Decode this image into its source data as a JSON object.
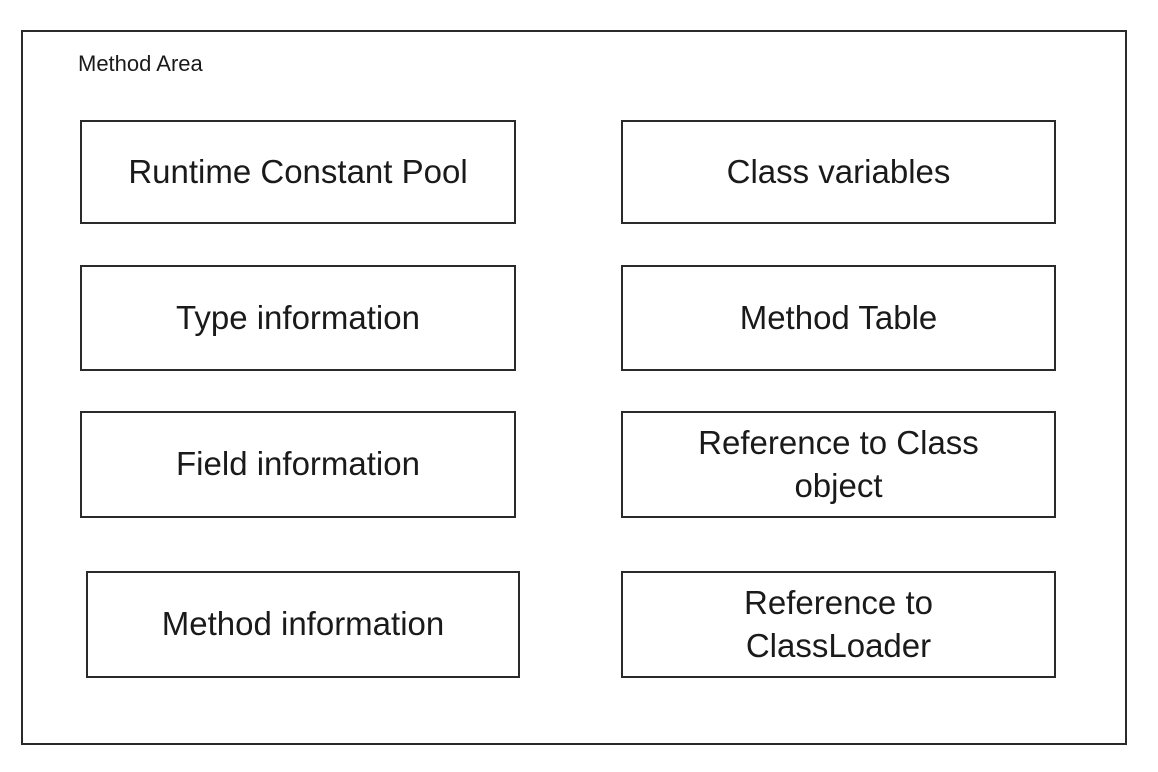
{
  "container": {
    "title": "Method Area"
  },
  "boxes": {
    "runtime_constant_pool": [
      "Runtime Constant Pool"
    ],
    "class_variables": [
      "Class variables"
    ],
    "type_information": [
      "Type information"
    ],
    "method_table": [
      "Method Table"
    ],
    "field_information": [
      "Field information"
    ],
    "reference_to_class_object": [
      "Reference to Class",
      "object"
    ],
    "method_information": [
      "Method information"
    ],
    "reference_to_classloader": [
      "Reference to",
      "ClassLoader"
    ]
  },
  "colors": {
    "border": "#2a2a2a",
    "text": "#1a1a1a",
    "background": "#ffffff"
  }
}
